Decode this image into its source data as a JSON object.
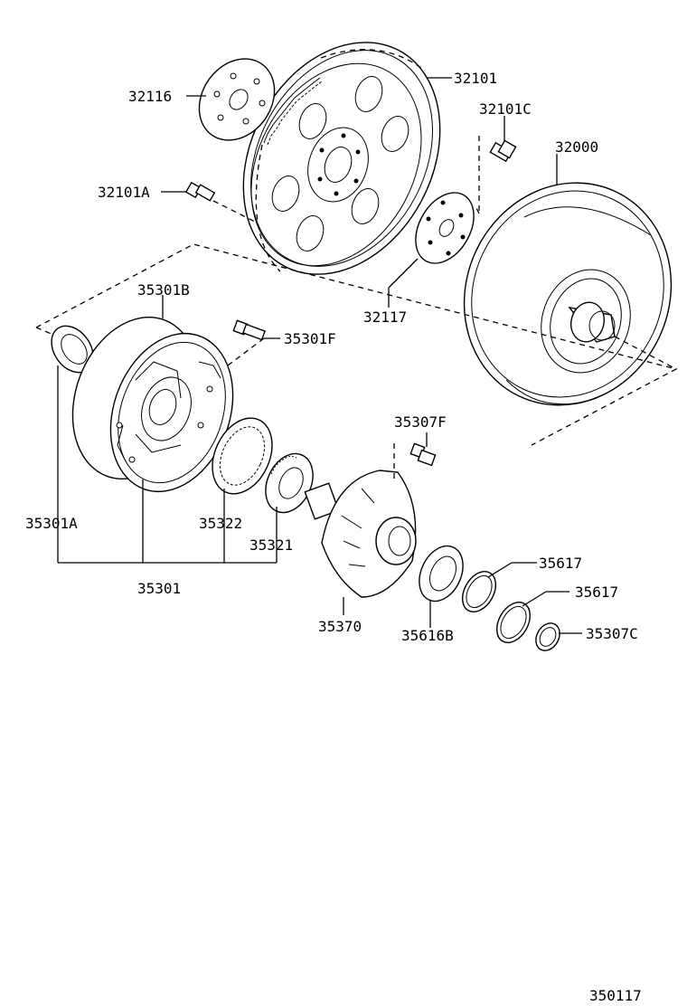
{
  "diagram": {
    "labels": {
      "p32101": "32101",
      "p32116": "32116",
      "p32101C": "32101C",
      "p32000": "32000",
      "p32101A": "32101A",
      "p32117": "32117",
      "p35301B": "35301B",
      "p35301F": "35301F",
      "p35307F": "35307F",
      "p35301A": "35301A",
      "p35322": "35322",
      "p35321": "35321",
      "p35301": "35301",
      "p35617a": "35617",
      "p35617b": "35617",
      "p35370": "35370",
      "p35616B": "35616B",
      "p35307C": "35307C"
    },
    "figure_number": "350117"
  }
}
